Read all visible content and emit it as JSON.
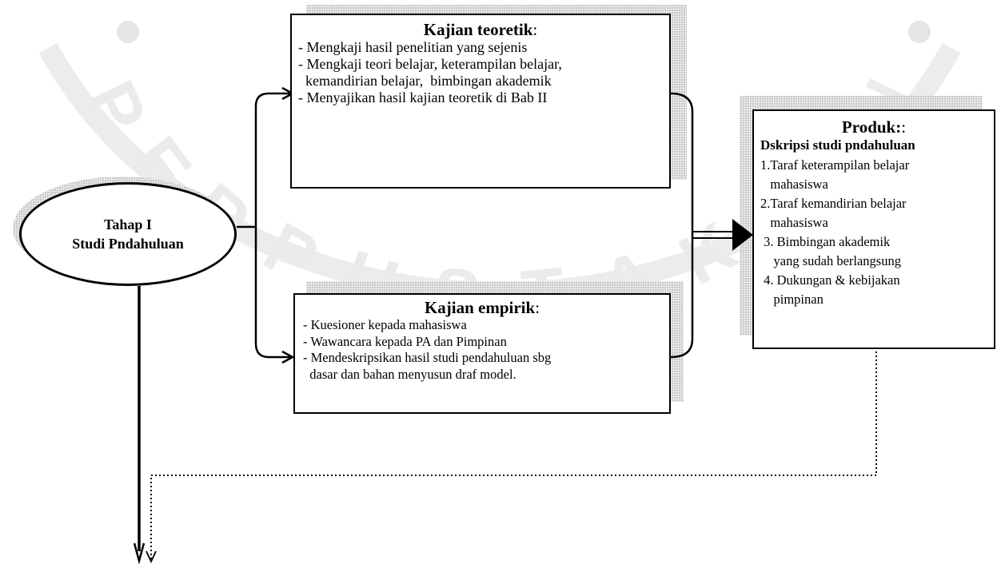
{
  "watermark": {
    "letters": [
      "P",
      "E",
      "R",
      "P",
      "U",
      "S",
      "T",
      "A",
      "K",
      "A",
      "A",
      "N"
    ]
  },
  "stage": {
    "line1": "Tahap I",
    "line2": "Studi Pndahuluan"
  },
  "teoretik": {
    "title": "Kajian teoretik",
    "colon": ":",
    "items": [
      "- Mengkaji hasil penelitian yang sejenis",
      "- Mengkaji  teori belajar, keterampilan belajar,",
      "  kemandirian belajar,  bimbingan akademik",
      "- Menyajikan hasil kajian teoretik di Bab II"
    ]
  },
  "empirik": {
    "title": "Kajian empirik",
    "colon": ":",
    "items": [
      "- Kuesioner kepada mahasiswa",
      "- Wawancara kepada PA dan Pimpinan",
      "- Mendeskripsikan hasil studi pendahuluan sbg",
      "  dasar dan bahan menyusun draf model."
    ]
  },
  "produk": {
    "title": "Produk:",
    "colon": ":",
    "subtitle": "Dskripsi studi pndahuluan",
    "items": [
      "1.Taraf keterampilan belajar",
      "   mahasiswa",
      "2.Taraf kemandirian belajar",
      "   mahasiswa",
      " 3. Bimbingan akademik",
      "    yang sudah berlangsung",
      " 4. Dukungan & kebijakan",
      "    pimpinan"
    ]
  }
}
